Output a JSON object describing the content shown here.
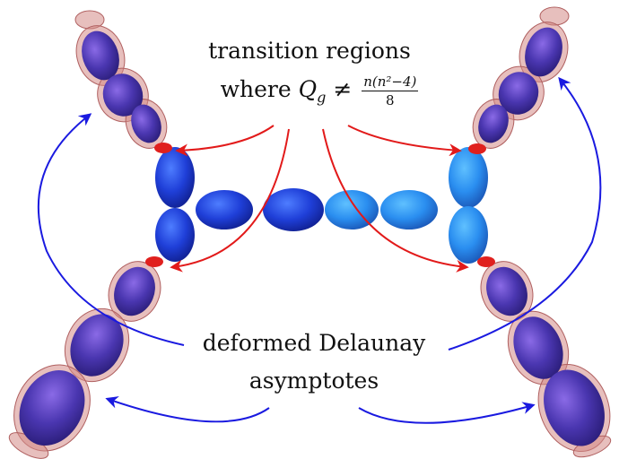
{
  "labels": {
    "transition_line1": "transition regions",
    "transition_where": "where",
    "transition_symbol_Q": "Q",
    "transition_symbol_g": "g",
    "transition_neq": "≠",
    "transition_frac_num": "n(n²−4)",
    "transition_frac_den": "8",
    "asymptote_line1": "deformed Delaunay",
    "asymptote_line2": "asymptotes"
  },
  "colors": {
    "red_arrow": "#e21a1a",
    "blue_arrow": "#1a1ae0",
    "surface_core": "#1f3fd8",
    "surface_core_light": "#2a8ef0",
    "surface_end": "#5a3fb6",
    "surface_halo": "#d48a86",
    "transition_ring": "#e0201e"
  },
  "icons": [
    "arrow-head-icon"
  ]
}
